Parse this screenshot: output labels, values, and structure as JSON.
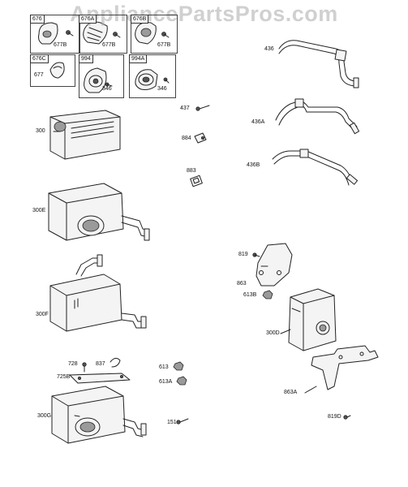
{
  "watermark": "AppliancePartsPros.com",
  "insets": [
    {
      "label": "676",
      "callouts": [
        "677B"
      ]
    },
    {
      "label": "676A",
      "callouts": [
        "677B"
      ]
    },
    {
      "label": "676B",
      "callouts": [
        "677B"
      ]
    },
    {
      "label": "676C",
      "callouts": [
        "677"
      ]
    },
    {
      "label": "994",
      "callouts": [
        "346"
      ]
    },
    {
      "label": "994A",
      "callouts": [
        "346"
      ]
    }
  ],
  "callouts": {
    "p300": "300",
    "p300E": "300E",
    "p300F": "300F",
    "p300G": "300G",
    "p300D": "300D",
    "p436": "436",
    "p436A": "436A",
    "p436B": "436B",
    "p437": "437",
    "p884": "884",
    "p883": "883",
    "p819": "819",
    "p863": "863",
    "p613B": "613B",
    "p863A": "863A",
    "p819D": "819D",
    "p728": "728",
    "p837": "837",
    "p725B": "725B",
    "p613": "613",
    "p613A": "613A",
    "p151": "151"
  }
}
